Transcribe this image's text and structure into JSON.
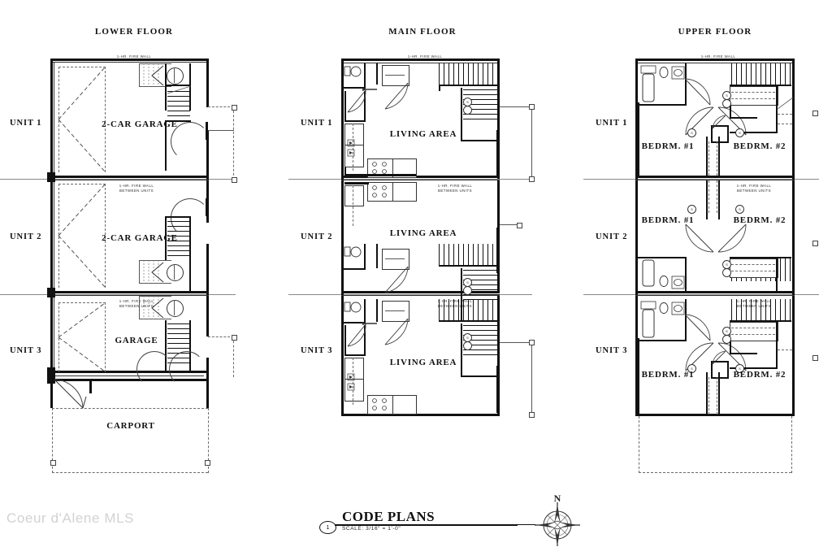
{
  "sheet": {
    "watermark": "Coeur d'Alene MLS"
  },
  "floors": [
    {
      "id": "lower",
      "title": "LOWER FLOOR"
    },
    {
      "id": "main",
      "title": "MAIN FLOOR"
    },
    {
      "id": "upper",
      "title": "UPPER FLOOR"
    }
  ],
  "units": {
    "unit1": "UNIT 1",
    "unit2": "UNIT 2",
    "unit3": "UNIT 3"
  },
  "notes": {
    "fire_wall": "1-HR. FIRE WALL",
    "fire_wall_between_line1": "1-HR. FIRE WALL",
    "fire_wall_between_line2": "BETWEEN UNITS"
  },
  "lower_floor": {
    "unit1_room": "2-CAR GARAGE",
    "unit2_room": "2-CAR GARAGE",
    "unit3_room": "GARAGE",
    "carport": "CARPORT"
  },
  "main_floor": {
    "unit1_room": "LIVING AREA",
    "unit2_room": "LIVING AREA",
    "unit3_room": "LIVING AREA"
  },
  "upper_floor": {
    "bedroom_1": "BEDRM. #1",
    "bedroom_2": "BEDRM. #2",
    "detector": "S"
  },
  "title_block": {
    "number": "1",
    "name": "CODE PLANS",
    "scale": "SCALE:  3/16\" = 1'-0\"",
    "north": "N"
  }
}
